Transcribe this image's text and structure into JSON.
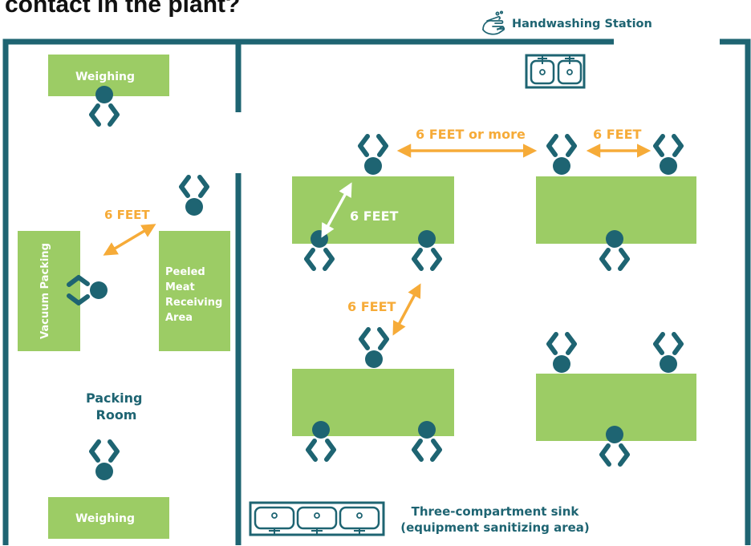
{
  "page_title": "contact in the plant?",
  "legend": {
    "icon": "handwashing-icon",
    "label": "Handwashing Station"
  },
  "colors": {
    "wall": "#1e6472",
    "station": "#9ccc65",
    "person": "#1e6472",
    "arrow": "#f6ab38",
    "arrow_inner": "#ffffff",
    "room_label": "#1e6472"
  },
  "stations": {
    "weighing_top": "Weighing",
    "weighing_bottom": "Weighing",
    "vacuum_packing": "Vacuum Packing",
    "peeled_meat": [
      "Peeled",
      "Meat",
      "Receiving",
      "Area"
    ]
  },
  "rooms": {
    "packing_room": [
      "Packing",
      "Room"
    ]
  },
  "distances": {
    "packing": "6 FEET",
    "table_diagonal": "6 FEET",
    "between_tables": "6 FEET or more",
    "right_table": "6 FEET",
    "vertical": "6 FEET"
  },
  "sink": {
    "label_line1": "Three-compartment sink",
    "label_line2": "(equipment sanitizing area)",
    "compartments": 3
  },
  "handwash_sink": {
    "basins": 2
  }
}
